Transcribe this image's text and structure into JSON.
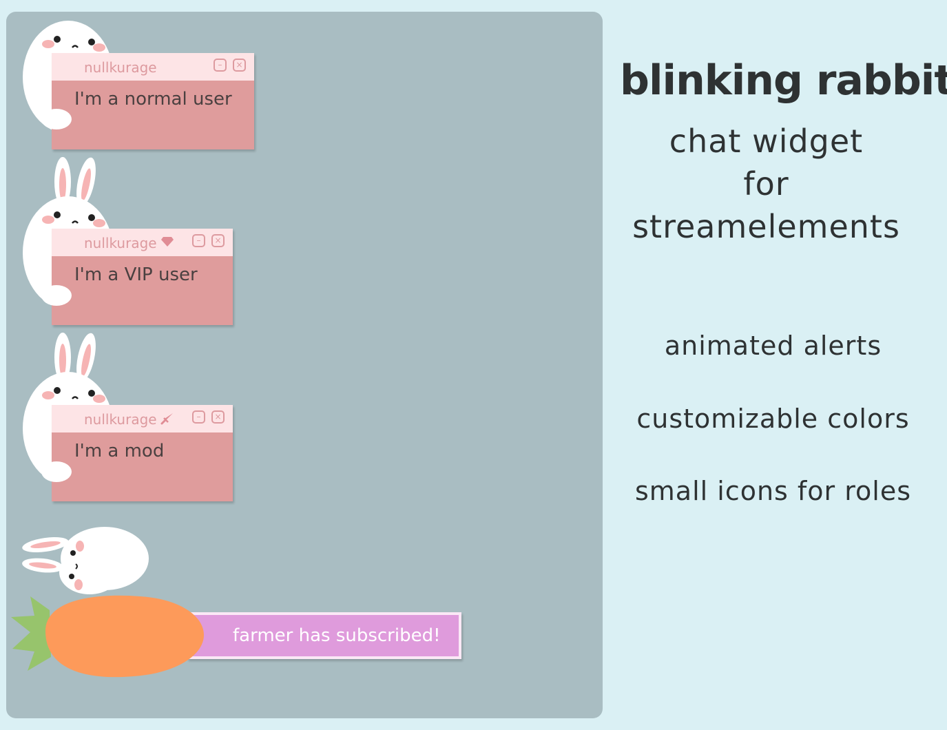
{
  "chat": {
    "messages": [
      {
        "username": "nullkurage",
        "role": "normal",
        "text": "I'm a normal user"
      },
      {
        "username": "nullkurage",
        "role": "vip",
        "text": "I'm a VIP user"
      },
      {
        "username": "nullkurage",
        "role": "mod",
        "text": "I'm a mod"
      }
    ],
    "alert": {
      "text": "farmer has subscribed!"
    }
  },
  "promo": {
    "title": "blinking rabbit",
    "subtitle_lines": [
      "chat widget",
      "for",
      "streamelements"
    ],
    "features": [
      "animated alerts",
      "customizable colors",
      "small icons for roles"
    ]
  },
  "icons": {
    "minimize": "minimize-icon",
    "close": "close-icon",
    "vip": "diamond-icon",
    "mod": "sword-icon"
  },
  "colors": {
    "background": "#daf0f4",
    "panel": "#a9bdc2",
    "card_body": "#df9c9c",
    "card_header": "#fde4e6",
    "alert": "#df9bdc",
    "carrot": "#fd9a5a",
    "carrot_leaf": "#97c46c"
  }
}
